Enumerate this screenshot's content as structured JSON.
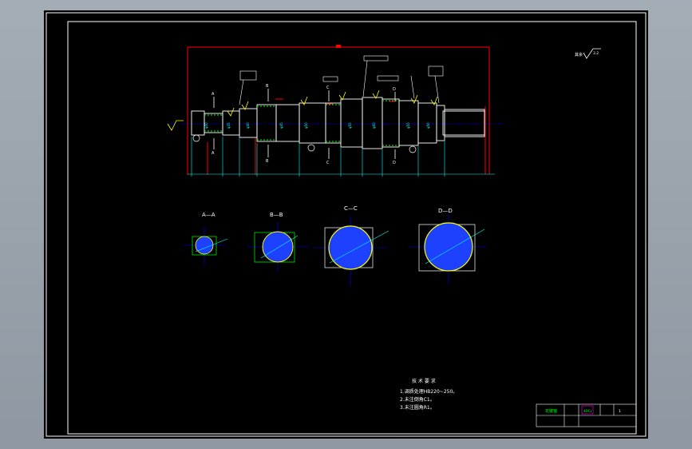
{
  "drawing": {
    "roughness_symbol": "其余",
    "roughness_value": "3.2",
    "section_labels": [
      "A—A",
      "B—B",
      "C—C",
      "D—D"
    ],
    "view_letters": [
      "A",
      "A",
      "B",
      "B",
      "C",
      "C",
      "D",
      "D"
    ],
    "tech_requirements": {
      "heading": "技 术 要 求",
      "items": [
        "1.调质处理HB220~250。",
        "2.未注倒角C1。",
        "3.未注圆角R1。"
      ]
    },
    "title_block": {
      "part_name": "花键轴",
      "material": "40Cr",
      "sheet_count": "1"
    }
  },
  "colors": {
    "sheet": "#000000",
    "frame": "#ffffff",
    "outline": "#ffffff",
    "dimension": "#00ffff",
    "centerline": "#0000ff",
    "hatch": "#1e40ff",
    "spline": "#ffff00",
    "accent_red": "#ff0000",
    "green": "#00ff00",
    "magenta": "#ff00ff"
  }
}
